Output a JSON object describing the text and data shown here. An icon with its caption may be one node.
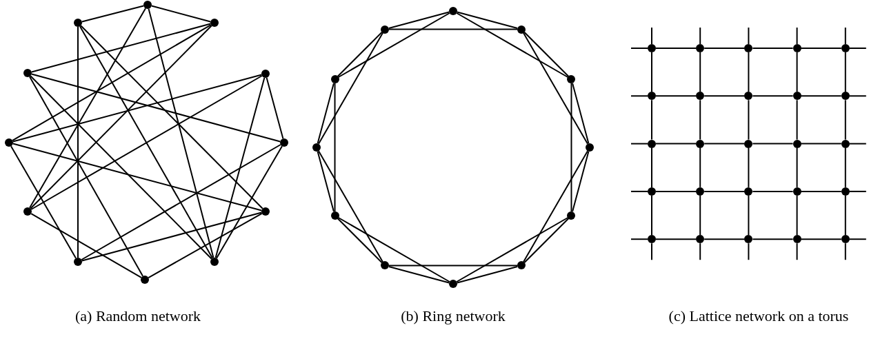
{
  "diagram": {
    "nodes": [
      {
        "text": [],
        "shape": "circle"
      },
      {
        "text": [],
        "shape": "circle"
      },
      {
        "text": [],
        "shape": "circle"
      },
      {
        "text": [],
        "shape": "circle"
      },
      {
        "text": [],
        "shape": "circle"
      },
      {
        "text": [],
        "shape": "circle"
      },
      {
        "text": [],
        "shape": "circle"
      },
      {
        "text": [],
        "shape": "circle"
      },
      {
        "text": [],
        "shape": "circle"
      },
      {
        "text": [],
        "shape": "circle"
      },
      {
        "text": [],
        "shape": "circle"
      },
      {
        "text": [],
        "shape": "circle"
      },
      {
        "text": [],
        "shape": "circle"
      },
      {
        "text": [],
        "shape": "circle"
      },
      {
        "text": [],
        "shape": "circle"
      },
      {
        "text": [],
        "shape": "circle"
      },
      {
        "text": [],
        "shape": "circle"
      },
      {
        "text": [],
        "shape": "circle"
      },
      {
        "text": [],
        "shape": "circle"
      },
      {
        "text": [],
        "shape": "circle"
      },
      {
        "text": [],
        "shape": "circle"
      },
      {
        "text": [],
        "shape": "circle"
      },
      {
        "text": [],
        "shape": "circle"
      },
      {
        "text": [],
        "shape": "circle"
      },
      {
        "text": [],
        "shape": "circle"
      },
      {
        "text": [],
        "shape": "circle"
      },
      {
        "text": [],
        "shape": "circle"
      },
      {
        "text": [],
        "shape": "circle"
      },
      {
        "text": [],
        "shape": "circle"
      },
      {
        "text": [],
        "shape": "circle"
      },
      {
        "text": [],
        "shape": "circle"
      },
      {
        "text": [],
        "shape": "circle"
      },
      {
        "text": [],
        "shape": "circle"
      },
      {
        "text": [],
        "shape": "circle"
      },
      {
        "text": [],
        "shape": "circle"
      },
      {
        "text": [],
        "shape": "circle"
      },
      {
        "text": [],
        "shape": "circle"
      },
      {
        "text": [],
        "shape": "circle"
      },
      {
        "text": [],
        "shape": "circle"
      },
      {
        "text": [],
        "shape": "circle"
      },
      {
        "text": [],
        "shape": "circle"
      },
      {
        "text": [],
        "shape": "circle"
      },
      {
        "text": [],
        "shape": "circle"
      },
      {
        "text": [],
        "shape": "circle"
      },
      {
        "text": [],
        "shape": "circle"
      },
      {
        "text": [],
        "shape": "circle"
      },
      {
        "text": [],
        "shape": "circle"
      },
      {
        "text": [],
        "shape": "circle"
      },
      {
        "text": [],
        "shape": "circle"
      }
    ],
    "edges": [
      {
        "from": 1,
        "to": 0,
        "arrow": "none"
      },
      {
        "from": 0,
        "to": 2,
        "arrow": "none"
      },
      {
        "from": 1,
        "to": 9,
        "arrow": "none"
      },
      {
        "from": 1,
        "to": 10,
        "arrow": "none"
      },
      {
        "from": 1,
        "to": 8,
        "arrow": "none"
      },
      {
        "from": 0,
        "to": 7,
        "arrow": "none"
      },
      {
        "from": 0,
        "to": 10,
        "arrow": "none"
      },
      {
        "from": 2,
        "to": 3,
        "arrow": "none"
      },
      {
        "from": 2,
        "to": 7,
        "arrow": "none"
      },
      {
        "from": 2,
        "to": 5,
        "arrow": "none"
      },
      {
        "from": 3,
        "to": 6,
        "arrow": "none"
      },
      {
        "from": 3,
        "to": 11,
        "arrow": "none"
      },
      {
        "from": 3,
        "to": 10,
        "arrow": "none"
      },
      {
        "from": 4,
        "to": 5,
        "arrow": "none"
      },
      {
        "from": 4,
        "to": 7,
        "arrow": "none"
      },
      {
        "from": 4,
        "to": 6,
        "arrow": "none"
      },
      {
        "from": 4,
        "to": 10,
        "arrow": "none"
      },
      {
        "from": 5,
        "to": 8,
        "arrow": "none"
      },
      {
        "from": 5,
        "to": 9,
        "arrow": "none"
      },
      {
        "from": 6,
        "to": 9,
        "arrow": "none"
      },
      {
        "from": 6,
        "to": 10,
        "arrow": "none"
      },
      {
        "from": 7,
        "to": 11,
        "arrow": "none"
      },
      {
        "from": 8,
        "to": 9,
        "arrow": "none"
      },
      {
        "from": 8,
        "to": 11,
        "arrow": "none"
      },
      {
        "from": 12,
        "to": 13,
        "arrow": "none"
      },
      {
        "from": 12,
        "to": 14,
        "arrow": "none"
      },
      {
        "from": 13,
        "to": 14,
        "arrow": "none"
      },
      {
        "from": 13,
        "to": 15,
        "arrow": "none"
      },
      {
        "from": 14,
        "to": 15,
        "arrow": "none"
      },
      {
        "from": 14,
        "to": 16,
        "arrow": "none"
      },
      {
        "from": 15,
        "to": 16,
        "arrow": "none"
      },
      {
        "from": 15,
        "to": 17,
        "arrow": "none"
      },
      {
        "from": 16,
        "to": 17,
        "arrow": "none"
      },
      {
        "from": 16,
        "to": 18,
        "arrow": "none"
      },
      {
        "from": 17,
        "to": 18,
        "arrow": "none"
      },
      {
        "from": 17,
        "to": 19,
        "arrow": "none"
      },
      {
        "from": 18,
        "to": 19,
        "arrow": "none"
      },
      {
        "from": 18,
        "to": 20,
        "arrow": "none"
      },
      {
        "from": 19,
        "to": 20,
        "arrow": "none"
      },
      {
        "from": 19,
        "to": 21,
        "arrow": "none"
      },
      {
        "from": 20,
        "to": 21,
        "arrow": "none"
      },
      {
        "from": 20,
        "to": 22,
        "arrow": "none"
      },
      {
        "from": 21,
        "to": 22,
        "arrow": "none"
      },
      {
        "from": 21,
        "to": 23,
        "arrow": "none"
      },
      {
        "from": 22,
        "to": 23,
        "arrow": "none"
      },
      {
        "from": 22,
        "to": 12,
        "arrow": "none"
      },
      {
        "from": 23,
        "to": 12,
        "arrow": "none"
      },
      {
        "from": 23,
        "to": 13,
        "arrow": "none"
      },
      {
        "from": null,
        "to": 24,
        "arrow": "none"
      },
      {
        "from": 24,
        "to": 25,
        "arrow": "none"
      },
      {
        "from": 25,
        "to": 26,
        "arrow": "none"
      },
      {
        "from": 26,
        "to": 27,
        "arrow": "none"
      },
      {
        "from": 27,
        "to": 28,
        "arrow": "none"
      },
      {
        "from": 28,
        "to": null,
        "arrow": "none"
      },
      {
        "from": null,
        "to": 29,
        "arrow": "none"
      },
      {
        "from": 29,
        "to": 30,
        "arrow": "none"
      },
      {
        "from": 30,
        "to": 31,
        "arrow": "none"
      },
      {
        "from": 31,
        "to": 32,
        "arrow": "none"
      },
      {
        "from": 32,
        "to": 33,
        "arrow": "none"
      },
      {
        "from": 33,
        "to": null,
        "arrow": "none"
      },
      {
        "from": null,
        "to": 34,
        "arrow": "none"
      },
      {
        "from": 34,
        "to": 35,
        "arrow": "none"
      },
      {
        "from": 35,
        "to": 36,
        "arrow": "none"
      },
      {
        "from": 36,
        "to": 37,
        "arrow": "none"
      },
      {
        "from": 37,
        "to": 38,
        "arrow": "none"
      },
      {
        "from": 38,
        "to": null,
        "arrow": "none"
      },
      {
        "from": null,
        "to": 39,
        "arrow": "none"
      },
      {
        "from": 39,
        "to": 40,
        "arrow": "none"
      },
      {
        "from": 40,
        "to": 41,
        "arrow": "none"
      },
      {
        "from": 41,
        "to": 42,
        "arrow": "none"
      },
      {
        "from": 42,
        "to": 43,
        "arrow": "none"
      },
      {
        "from": 43,
        "to": null,
        "arrow": "none"
      },
      {
        "from": null,
        "to": 44,
        "arrow": "none"
      },
      {
        "from": 44,
        "to": 45,
        "arrow": "none"
      },
      {
        "from": 45,
        "to": 46,
        "arrow": "none"
      },
      {
        "from": 46,
        "to": 47,
        "arrow": "none"
      },
      {
        "from": 47,
        "to": 48,
        "arrow": "none"
      },
      {
        "from": 48,
        "to": null,
        "arrow": "none"
      },
      {
        "from": null,
        "to": 24,
        "arrow": "none"
      },
      {
        "from": 24,
        "to": 29,
        "arrow": "none"
      },
      {
        "from": 29,
        "to": 34,
        "arrow": "none"
      },
      {
        "from": 34,
        "to": 39,
        "arrow": "none"
      },
      {
        "from": 39,
        "to": 44,
        "arrow": "none"
      },
      {
        "from": 44,
        "to": null,
        "arrow": "none"
      },
      {
        "from": null,
        "to": 25,
        "arrow": "none"
      },
      {
        "from": 25,
        "to": 30,
        "arrow": "none"
      },
      {
        "from": 30,
        "to": 35,
        "arrow": "none"
      },
      {
        "from": 35,
        "to": 40,
        "arrow": "none"
      },
      {
        "from": 40,
        "to": 45,
        "arrow": "none"
      },
      {
        "from": 45,
        "to": null,
        "arrow": "none"
      },
      {
        "from": null,
        "to": 26,
        "arrow": "none"
      },
      {
        "from": 26,
        "to": 31,
        "arrow": "none"
      },
      {
        "from": 31,
        "to": 36,
        "arrow": "none"
      },
      {
        "from": 36,
        "to": 41,
        "arrow": "none"
      },
      {
        "from": 41,
        "to": 46,
        "arrow": "none"
      },
      {
        "from": 46,
        "to": null,
        "arrow": "none"
      },
      {
        "from": null,
        "to": 27,
        "arrow": "none"
      },
      {
        "from": 27,
        "to": 32,
        "arrow": "none"
      },
      {
        "from": 32,
        "to": 37,
        "arrow": "none"
      },
      {
        "from": 37,
        "to": 42,
        "arrow": "none"
      },
      {
        "from": 42,
        "to": 47,
        "arrow": "none"
      },
      {
        "from": 47,
        "to": null,
        "arrow": "none"
      },
      {
        "from": null,
        "to": 28,
        "arrow": "none"
      },
      {
        "from": 28,
        "to": 33,
        "arrow": "none"
      },
      {
        "from": 33,
        "to": 38,
        "arrow": "none"
      },
      {
        "from": 38,
        "to": 43,
        "arrow": "none"
      },
      {
        "from": 43,
        "to": 48,
        "arrow": "none"
      },
      {
        "from": 48,
        "to": null,
        "arrow": "none"
      }
    ],
    "labels": [
      "(a) Random network",
      "(b) Ring network",
      "(c) Lattice network on a torus"
    ]
  }
}
